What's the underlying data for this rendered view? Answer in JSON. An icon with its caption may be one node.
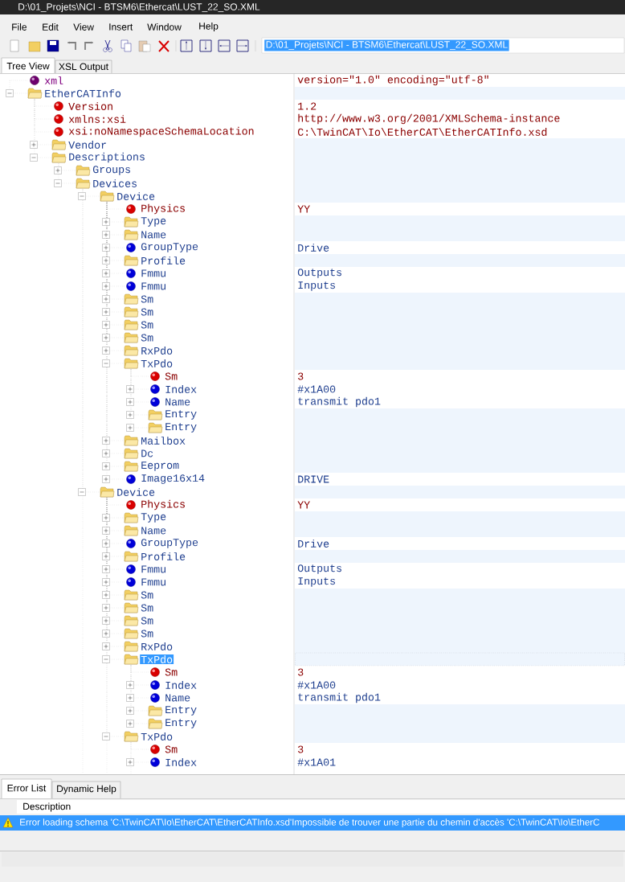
{
  "diagram": {
    "title": "D:\\01_Projets\\NCI - BTSM6\\Ethercat\\LUST_22_SO.XML",
    "labels": [
      "File",
      "Edit",
      "View",
      "Insert",
      "Window",
      "Help",
      "D:\\01_Projets\\NCI - BTSM6\\Ethercat\\LUST_22_SO.XML",
      "Tree View",
      "XSL Output",
      "xml",
      "version=\"1.0\" encoding=\"utf-8\"",
      "EtherCATInfo",
      "Version",
      "1.2",
      "xmlns:xsi",
      "http://www.w3.org/2001/XMLSchema-instance",
      "xsi:noNamespaceSchemaLocation",
      "C:\\TwinCAT\\Io\\EtherCAT\\EtherCATInfo.xsd",
      "Vendor",
      "Descriptions",
      "Groups",
      "Devices",
      "Device",
      "Physics",
      "YY",
      "Type",
      "Name",
      "GroupType",
      "Drive",
      "Profile",
      "Fmmu",
      "Outputs",
      "Fmmu",
      "Inputs",
      "Sm",
      "Sm",
      "Sm",
      "Sm",
      "RxPdo",
      "TxPdo",
      "Sm",
      "3",
      "Index",
      "#x1A00",
      "Name",
      "transmit pdo1",
      "Entry",
      "Entry",
      "Mailbox",
      "Dc",
      "Eeprom",
      "Image16x14",
      "DRIVE",
      "Device",
      "Physics",
      "YY",
      "Type",
      "Name",
      "GroupType",
      "Drive",
      "Profile",
      "Fmmu",
      "Outputs",
      "Fmmu",
      "Inputs",
      "Sm",
      "Sm",
      "Sm",
      "Sm",
      "RxPdo",
      "TxPdo",
      "Sm",
      "3",
      "Index",
      "#x1A00",
      "Name",
      "transmit pdo1",
      "Entry",
      "Entry",
      "TxPdo",
      "Sm",
      "3",
      "Index",
      "#x1A01",
      "Error List",
      "Dynamic Help",
      "Description",
      "Error loading schema 'C:\\TwinCAT\\Io\\EtherCAT\\EtherCATInfo.xsd'Impossible de trouver une partie du chemin d'accès 'C:\\TwinCAT\\Io\\EtherC"
    ]
  }
}
